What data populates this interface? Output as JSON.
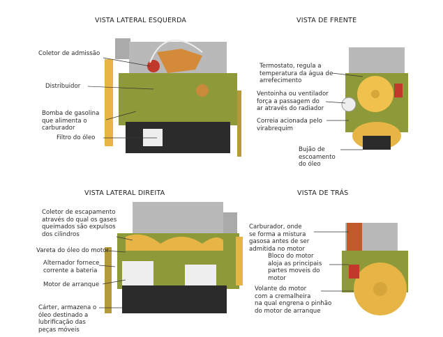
{
  "views": {
    "left": {
      "title": "VISTA LATERAL ESQUERDA",
      "labels": [
        "Coletor de admissão",
        "Distribuidor",
        "Bomba de gasolina\nque alimenta o\ncarburador",
        "Filtro do óleo"
      ]
    },
    "front": {
      "title": "VISTA DE FRENTE",
      "labels": [
        "Termostato, regula a\ntemperatura da água de\narrefecimento",
        "Ventoinha ou ventilador\nforça a passagem do\nar através do radiador",
        "Correia acionada pelo\nvirabrequim",
        "Bujão de\nescoamento\ndo óleo"
      ]
    },
    "right": {
      "title": "VISTA LATERAL DIREITA",
      "labels": [
        "Coletor de escapamento\natravés do qual os gases\nqueimados são expulsos\ndos cilindros",
        "Vareta do óleo do motor",
        "Alternador fornece\ncorrente a bateria",
        "Motor de arranque",
        "Cárter, armazena o\nóleo destinado a\nlubrificação das\npeças móveis"
      ]
    },
    "rear": {
      "title": "VISTA DE TRÁS",
      "labels": [
        "Carburador, onde\nse forma a mistura\ngasosa antes de ser\nadmitida no motor",
        "Bloco do motor\naloja as principais\npartes moveis do\nmotor",
        "Volante do motor\ncom a cremalheira\nna qual engrena o pinhão\ndo motor de arranque"
      ]
    }
  },
  "colors": {
    "block": "#8e9a3a",
    "head": "#b9b9b9",
    "sump": "#2b2b2b",
    "part": "#e7b545",
    "red": "#c0392b"
  }
}
